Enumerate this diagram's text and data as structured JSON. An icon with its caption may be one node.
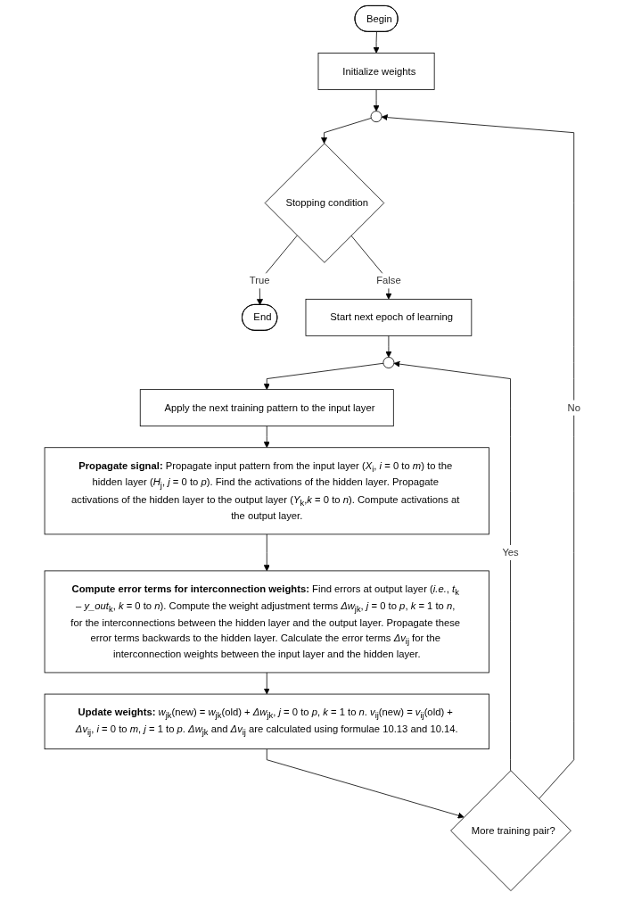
{
  "diagram": {
    "nodes": [
      {
        "text": [
          "Begin"
        ]
      },
      {
        "text": [
          "Initialize weights"
        ]
      },
      {
        "text": [],
        "shape": "circle"
      },
      {
        "text": [
          "Stopping condition"
        ]
      },
      {
        "text": [
          "End"
        ]
      },
      {
        "text": [
          "Start next epoch of learning"
        ]
      },
      {
        "text": [],
        "shape": "circle"
      },
      {
        "text": [
          "Apply the next training pattern to the input layer"
        ]
      },
      {
        "text": [
          "**Propagate signal:** Propagate input pattern from the input layer (*X*$_{i}$, *i* = 0 to *m*) to the hidden layer (*H*$_{j}$, *j* = 0 to *p*). Find the activations of the hidden layer. Propagate activations of the hidden layer to the output layer (*Y*$_{k}$,*k* = 0 to *n*). Compute activations at the output layer."
        ]
      },
      {
        "text": [
          "**Compute error terms for interconnection weights:** Find errors at output layer (*i.e.*, *t*$_{k}$ – *y_out*$_{k}$, *k* = 0 to *n*). Compute the weight adjustment terms *Δw*$_{jk}$, *j* = 0 to *p*, *k* = 1 to *n*, for the interconnections between the hidden layer and the output layer. Propagate these error terms backwards to the hidden layer. Calculate the error terms *Δv*$_{ij}$ for the interconnection weights between the input layer and the hidden layer."
        ]
      },
      {
        "text": [
          "**Update weights:** *w*$_{jk}$(new) = *w*$_{jk}$(old) + *Δw*$_{jk}$, *j* = 0 to *p*, *k* = 1 to *n*. *v*$_{ij}$(new) = *v*$_{ij}$(old) + *Δv*$_{ij}$, *i* = 0 to *m*, *j* = 1 to *p*. *Δw*$_{jk}$ and *Δv*$_{ij}$ are calculated using formulae 10.13 and 10.14."
        ]
      },
      {
        "text": [
          "More training pair?"
        ]
      }
    ],
    "edges": [
      {
        "from": 0,
        "to": 1,
        "arrow": "to"
      },
      {
        "from": 1,
        "to": 2,
        "arrow": "to"
      },
      {
        "from": 2,
        "to": 3,
        "arrow": "to"
      },
      {
        "from": 3,
        "to": 4,
        "arrow": "to",
        "label": "True"
      },
      {
        "from": 3,
        "to": 5,
        "arrow": "to",
        "label": "False"
      },
      {
        "from": 5,
        "to": 6,
        "arrow": "to"
      },
      {
        "from": 6,
        "to": 7,
        "arrow": "to"
      },
      {
        "from": 7,
        "to": 8,
        "arrow": "to"
      },
      {
        "from": 8,
        "to": 9,
        "arrow": "to"
      },
      {
        "from": 9,
        "to": 10,
        "arrow": "to"
      },
      {
        "from": 10,
        "to": 11,
        "arrow": "to"
      },
      {
        "from": 11,
        "to": 2,
        "arrow": "to",
        "label": "No"
      },
      {
        "from": 11,
        "to": 6,
        "arrow": "to",
        "label": "Yes"
      }
    ]
  }
}
